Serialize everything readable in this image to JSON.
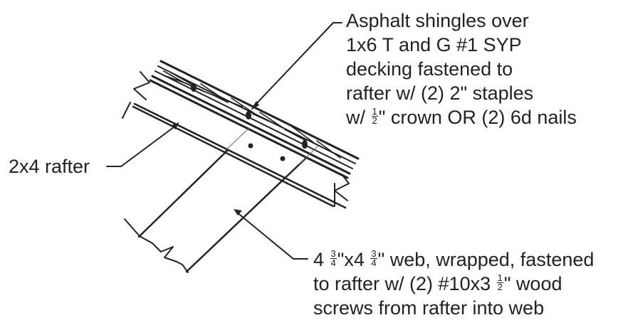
{
  "labels": {
    "decking": {
      "line1": "Asphalt shingles over",
      "line2": "1x6 T and G #1 SYP",
      "line3": "decking fastened to",
      "line4": "rafter w/ (2) 2\" staples",
      "line5_pre": "w/ ",
      "line5_num": "1",
      "line5_den": "2",
      "line5_post": "\" crown OR (2) 6d nails"
    },
    "rafter": "2x4 rafter",
    "web": {
      "line1_pre": "4 ",
      "line1_num1": "3",
      "line1_den1": "4",
      "line1_mid": "\"x4 ",
      "line1_num2": "3",
      "line1_den2": "4",
      "line1_post": "\" web, wrapped, fastened",
      "line2_pre": "to rafter w/ (2) #10x3 ",
      "line2_num": "1",
      "line2_den": "2",
      "line2_post": "\" wood",
      "line3": "screws from rafter into web"
    }
  },
  "colors": {
    "ink": "#222222",
    "paper": "#ffffff"
  }
}
